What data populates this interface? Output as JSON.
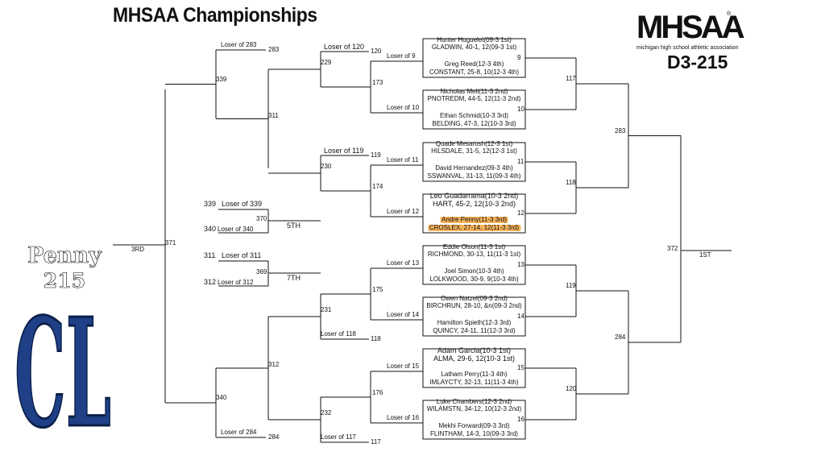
{
  "title": "MHSAA Championships",
  "logo": {
    "text": "MHSAA",
    "subtitle": "michigan high school athletic association",
    "registered": "®"
  },
  "weight_class": "D3-215",
  "feature": {
    "name": "Penny",
    "weight": "215",
    "school_logo_letters": "CL",
    "school_logo_color": "#1f3f86"
  },
  "highlight_color": "#f5b35a",
  "seeds": [
    {
      "name": "Hunter Huguelet(09-3 1st)",
      "school": "GLADWIN, 40-1, 12(09-3 1st)"
    },
    {
      "name": "Greg Reed(12-3 4th)",
      "school": "CONSTANT, 25-8, 10(12-3 4th)"
    },
    {
      "name": "Nicholas Meli(11-3 2nd)",
      "school": "PNOTREDM, 44-5, 12(11-3 2nd)"
    },
    {
      "name": "Ethan Schmid(10-3 3rd)",
      "school": "BELDING, 47-3, 12(10-3 3rd)"
    },
    {
      "name": "Quade Mesarosh(12-3 1st)",
      "school": "HILSDALE, 31-5, 12(12-3 1st)"
    },
    {
      "name": "David Hernandez(09-3 4th)",
      "school": "SSWANVAL, 31-13, 11(09-3 4th)"
    },
    {
      "name": "Leo Guadarrama(10-3 2nd)",
      "school": "HART, 45-2, 12(10-3 2nd)"
    },
    {
      "name": "Andre Penny(11-3 3rd)",
      "school": "CROSLEX, 27-14, 12(11-3 3rd)"
    },
    {
      "name": "Eddie Olson(11-3 1st)",
      "school": "RICHMOND, 30-13, 11(11-3 1st)"
    },
    {
      "name": "Joel Simon(10-3 4th)",
      "school": "LOLKWOOD, 30-9, 9(10-3 4th)"
    },
    {
      "name": "Owen Natzel(09-3 2nd)",
      "school": "BIRCHRUN, 28-10, &n(09-3 2nd)"
    },
    {
      "name": "Hamilton Spieth(12-3 3rd)",
      "school": "QUINCY, 24-11, 11(12-3 3rd)"
    },
    {
      "name": "Adam Garcia(10-3 1st)",
      "school": "ALMA, 29-6, 12(10-3 1st)"
    },
    {
      "name": "Latham Perry(11-3 4th)",
      "school": "IMLAYCTY, 32-13, 11(11-3 4th)"
    },
    {
      "name": "Luke Chambers(12-3 2nd)",
      "school": "WILAMSTN, 34-12, 10(12-3 2nd)"
    },
    {
      "name": "Mekhi Forward(09-3 3rd)",
      "school": "FLINTHAM, 14-3, 10(09-3 3rd)"
    }
  ],
  "highlighted_seed": 7,
  "match_numbers": {
    "first_round": [
      "9",
      "10",
      "11",
      "12",
      "13",
      "14",
      "15",
      "16"
    ],
    "quarters": [
      "117",
      "118",
      "119",
      "120"
    ],
    "semis": [
      "283",
      "284"
    ],
    "final": "372",
    "final_label": "1ST",
    "cons_r1": [
      "173",
      "174",
      "175",
      "176"
    ],
    "cons_r2": [
      "229",
      "230",
      "231",
      "232"
    ],
    "cons_r3": [
      "311",
      "312"
    ],
    "cons_r4": [
      "339",
      "340"
    ],
    "third_match": "371",
    "third_label": "3RD",
    "fifth_match": "370",
    "fifth_label": "5TH",
    "seventh_match": "369",
    "seventh_label": "7TH"
  },
  "cons_labels": {
    "r1": [
      "Loser of 9",
      "Loser of 10",
      "Loser of 11",
      "Loser of 12",
      "Loser of 13",
      "Loser of 14",
      "Loser of 15",
      "Loser of 16"
    ],
    "r2": [
      {
        "label": "Loser of 120",
        "num": "120"
      },
      {
        "label": "Loser of 119",
        "num": "119"
      },
      {
        "label": "Loser of 118",
        "num": "118"
      },
      {
        "label": "Loser of 117",
        "num": "117"
      }
    ],
    "r4": [
      {
        "label": "Loser of 283",
        "num": "283"
      },
      {
        "label": "Loser of 284",
        "num": "284"
      }
    ],
    "fifth": [
      {
        "label": "Loser of 339",
        "num": "339"
      },
      {
        "label": "Loser of 340",
        "num": "340"
      }
    ],
    "seventh": [
      {
        "label": "Loser of 311",
        "num": "311"
      },
      {
        "label": "Loser of 312",
        "num": "312"
      }
    ]
  }
}
